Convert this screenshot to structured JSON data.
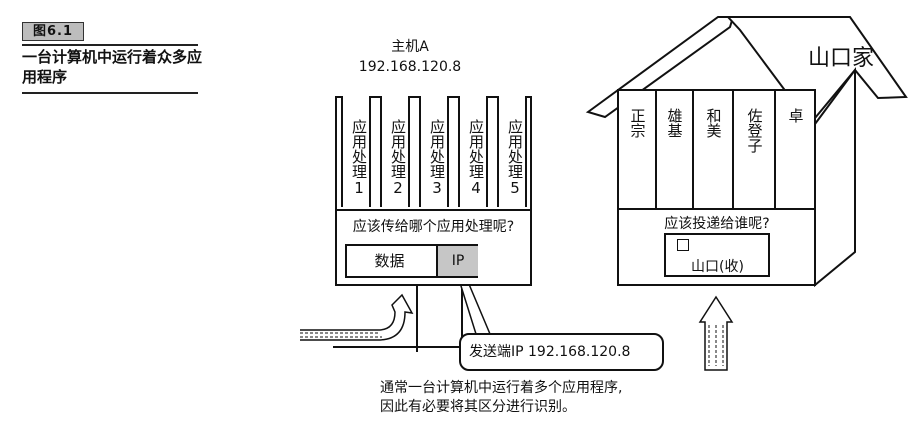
{
  "figure": {
    "tag": "图6.1",
    "caption": "一台计算机中运行着众多应用程序"
  },
  "host": {
    "name": "主机A",
    "ip": "192.168.120.8",
    "apps": [
      {
        "label": "应用处理1"
      },
      {
        "label": "应用处理2"
      },
      {
        "label": "应用处理3"
      },
      {
        "label": "应用处理4"
      },
      {
        "label": "应用处理5"
      }
    ],
    "question": "应该传给哪个应用处理呢?",
    "packet": {
      "data_label": "数据",
      "ip_label": "IP"
    },
    "callout": "发送端IP 192.168.120.8"
  },
  "house": {
    "name": "山口家",
    "members": [
      {
        "label": "正宗"
      },
      {
        "label": "雄基"
      },
      {
        "label": "和美"
      },
      {
        "label": "佐登子"
      },
      {
        "label": "卓"
      }
    ],
    "question": "应该投递给谁呢?",
    "mailbox": "山口(收)"
  },
  "note": {
    "line1": "通常一台计算机中运行着多个应用程序,",
    "line2": "因此有必要将其区分进行识别。"
  },
  "colors": {
    "line": "#111111",
    "shade": "#c6c6c6",
    "background": "#ffffff"
  }
}
